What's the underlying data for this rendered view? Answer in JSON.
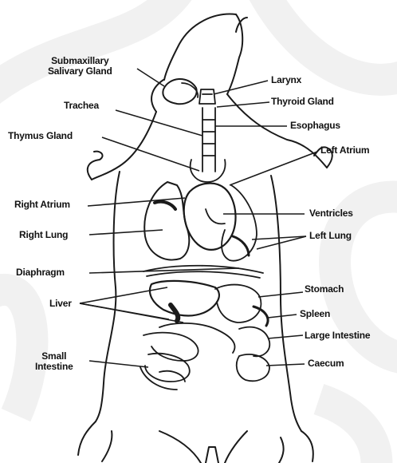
{
  "labels": {
    "submaxillary": "Submaxillary\nSalivary Gland",
    "trachea": "Trachea",
    "thymus": "Thymus Gland",
    "right_atrium": "Right Atrium",
    "right_lung": "Right Lung",
    "diaphragm": "Diaphragm",
    "liver": "Liver",
    "small_intestine": "Small\nIntestine",
    "larynx": "Larynx",
    "thyroid": "Thyroid Gland",
    "esophagus": "Esophagus",
    "left_atrium": "Left Atrium",
    "ventricles": "Ventricles",
    "left_lung": "Left Lung",
    "stomach": "Stomach",
    "spleen": "Spleen",
    "large_intestine": "Large Intestine",
    "caecum": "Caecum"
  },
  "colors": {
    "ink": "#1a1a1a",
    "background": "#ffffff",
    "watermark": "#f1f1f1"
  }
}
